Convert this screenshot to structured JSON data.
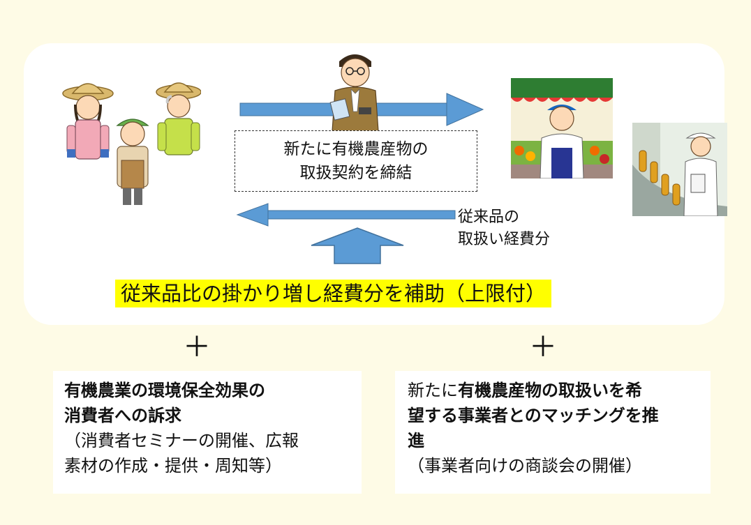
{
  "contract": {
    "line1": "新たに有機農産物の",
    "line2": "取扱契約を締結"
  },
  "cost": {
    "line1": "従来品の",
    "line2": "取扱い経費分"
  },
  "subsidy": {
    "text": "従来品比の掛かり増し経費分を補助（上限付）"
  },
  "plus_left": "＋",
  "plus_right": "＋",
  "left_box": {
    "bold1": "有機農業の環境保全効果の",
    "bold2": "消費者への訴求",
    "normal1": "（消費者セミナーの開催、広報",
    "normal2": "素材の作成・提供・周知等）"
  },
  "right_box": {
    "prefix": "新たに",
    "bold1": "有機農産物の取扱いを希",
    "bold2": "望する事業者とのマッチングを推",
    "bold3": "進",
    "normal1": "（事業者向けの商談会の開催）"
  },
  "colors": {
    "arrow_blue": "#5b9bd5",
    "highlight": "#ffff00",
    "background": "#fefbe6"
  }
}
